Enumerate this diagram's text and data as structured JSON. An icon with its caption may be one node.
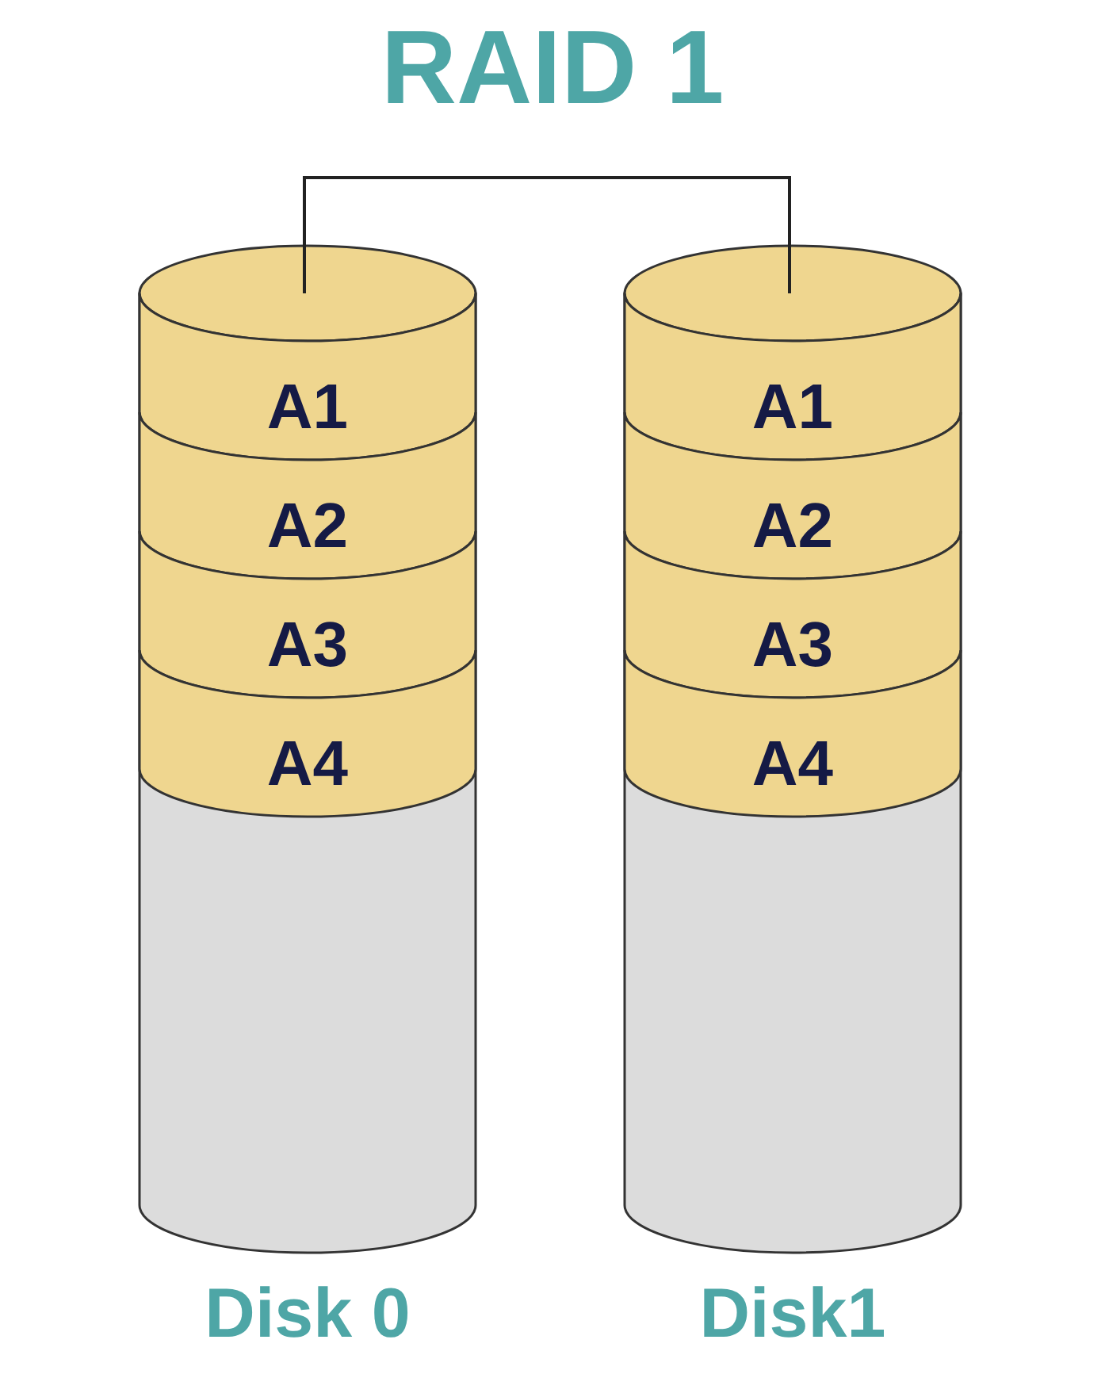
{
  "diagram": {
    "title": "RAID 1",
    "nodes": [
      {
        "text": [],
        "shape": "cylinder",
        "beside": [
          "Disk 0"
        ]
      },
      {
        "text": [
          "A1"
        ],
        "in": 0
      },
      {
        "text": [
          "A2"
        ],
        "in": 0
      },
      {
        "text": [
          "A3"
        ],
        "in": 0
      },
      {
        "text": [
          "A4"
        ],
        "in": 0
      },
      {
        "text": [],
        "shape": "cylinder",
        "beside": [
          "Disk1"
        ]
      },
      {
        "text": [
          "A1"
        ],
        "in": 5
      },
      {
        "text": [
          "A2"
        ],
        "in": 5
      },
      {
        "text": [
          "A3"
        ],
        "in": 5
      },
      {
        "text": [
          "A4"
        ],
        "in": 5
      }
    ],
    "edges": [
      {
        "from": 0,
        "to": 5,
        "arrow": "none"
      }
    ]
  }
}
